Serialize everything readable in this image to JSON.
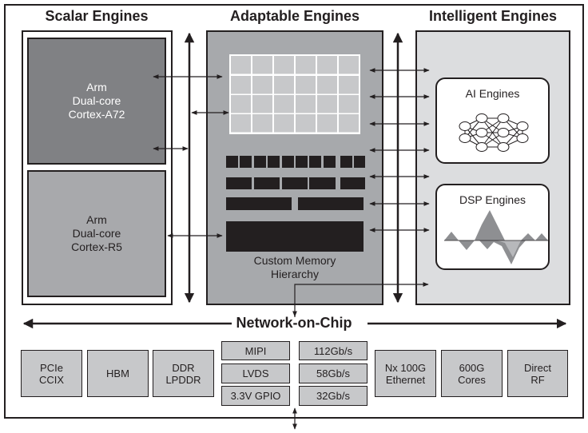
{
  "sections": {
    "scalar": {
      "title": "Scalar Engines"
    },
    "adaptable": {
      "title": "Adaptable Engines",
      "memory_label_line1": "Custom Memory",
      "memory_label_line2": "Hierarchy"
    },
    "intelligent": {
      "title": "Intelligent Engines"
    }
  },
  "scalar_cores": [
    {
      "line1": "Arm",
      "line2": "Dual-core",
      "line3": "Cortex-A72"
    },
    {
      "line1": "Arm",
      "line2": "Dual-core",
      "line3": "Cortex-R5"
    }
  ],
  "intelligent_blocks": [
    {
      "label": "AI Engines",
      "icon": "neural-network-icon"
    },
    {
      "label": "DSP Engines",
      "icon": "waveform-icon"
    }
  ],
  "noc": {
    "label": "Network-on-Chip"
  },
  "io_blocks": [
    {
      "line1": "PCIe",
      "line2": "CCIX"
    },
    {
      "line1": "HBM",
      "line2": ""
    },
    {
      "line1": "DDR",
      "line2": "LPDDR"
    },
    {
      "line1": "Nx 100G",
      "line2": "Ethernet"
    },
    {
      "line1": "600G",
      "line2": "Cores"
    },
    {
      "line1": "Direct",
      "line2": "RF"
    }
  ],
  "io_stack_left": [
    "MIPI",
    "LVDS",
    "3.3V GPIO"
  ],
  "io_stack_right": [
    "112Gb/s",
    "58Gb/s",
    "32Gb/s"
  ],
  "colors": {
    "ink": "#231f20",
    "cortex_a72": "#808184",
    "cortex_r5": "#a8a9ac",
    "adaptable_bg": "#a7a9ac",
    "intelligent_bg": "#dcdddf",
    "io_bg": "#c7c8ca",
    "fabric_cell": "#c7c8ca"
  }
}
